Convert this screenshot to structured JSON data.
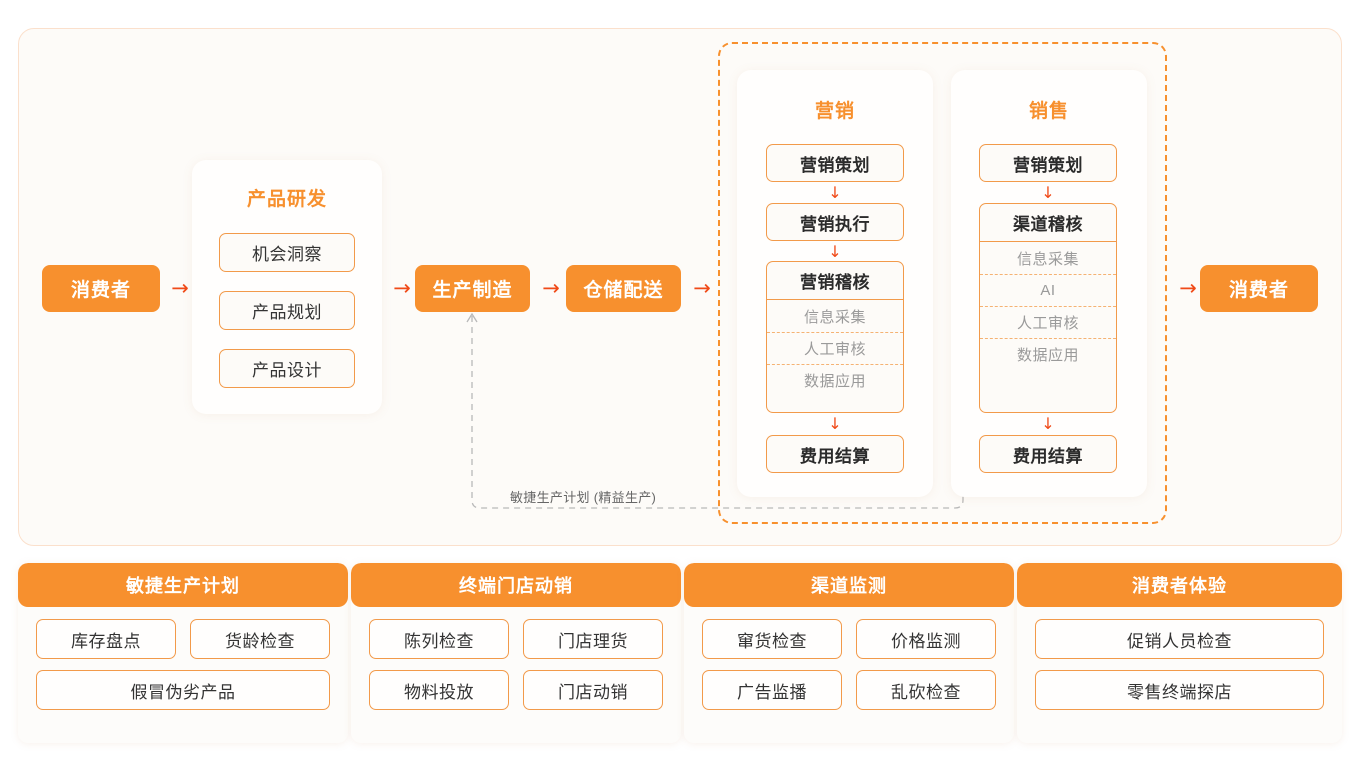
{
  "theme": {
    "accent": "#f7902e",
    "arrow": "#f04a18",
    "panel_bg": "#fdfbf8",
    "panel_border": "#fbe0cc",
    "box_border": "#f29a4a",
    "muted_text": "#9a9a9a"
  },
  "flow": {
    "start_node": "消费者",
    "end_node": "消费者",
    "arrow_glyph": "→",
    "down_arrow_glyph": "↓",
    "product_group": {
      "title": "产品研发",
      "items": [
        "机会洞察",
        "产品规划",
        "产品设计"
      ]
    },
    "stages": [
      "生产制造",
      "仓储配送"
    ],
    "loop_label": "敏捷生产计划 (精益生产)",
    "marketing_group": {
      "title": "营销",
      "step_1": "营销策划",
      "step_2": "营销执行",
      "audit": {
        "title": "营销稽核",
        "rows": [
          "信息采集",
          "人工审核",
          "数据应用"
        ]
      },
      "step_last": "费用结算"
    },
    "sales_group": {
      "title": "销售",
      "step_1": "营销策划",
      "audit": {
        "title": "渠道稽核",
        "rows": [
          "信息采集",
          "AI",
          "人工审核",
          "数据应用"
        ]
      },
      "step_last": "费用结算"
    }
  },
  "bottom_cards": [
    {
      "title": "敏捷生产计划",
      "items": [
        {
          "label": "库存盘点",
          "width": "half"
        },
        {
          "label": "货龄检查",
          "width": "half"
        },
        {
          "label": "假冒伪劣产品",
          "width": "full"
        }
      ]
    },
    {
      "title": "终端门店动销",
      "items": [
        {
          "label": "陈列检查",
          "width": "half"
        },
        {
          "label": "门店理货",
          "width": "half"
        },
        {
          "label": "物料投放",
          "width": "half"
        },
        {
          "label": "门店动销",
          "width": "half"
        }
      ]
    },
    {
      "title": "渠道监测",
      "items": [
        {
          "label": "窜货检查",
          "width": "half"
        },
        {
          "label": "价格监测",
          "width": "half"
        },
        {
          "label": "广告监播",
          "width": "half"
        },
        {
          "label": "乱砍检查",
          "width": "half"
        }
      ]
    },
    {
      "title": "消费者体验",
      "items": [
        {
          "label": "促销人员检查",
          "width": "full"
        },
        {
          "label": "零售终端探店",
          "width": "full"
        }
      ]
    }
  ]
}
